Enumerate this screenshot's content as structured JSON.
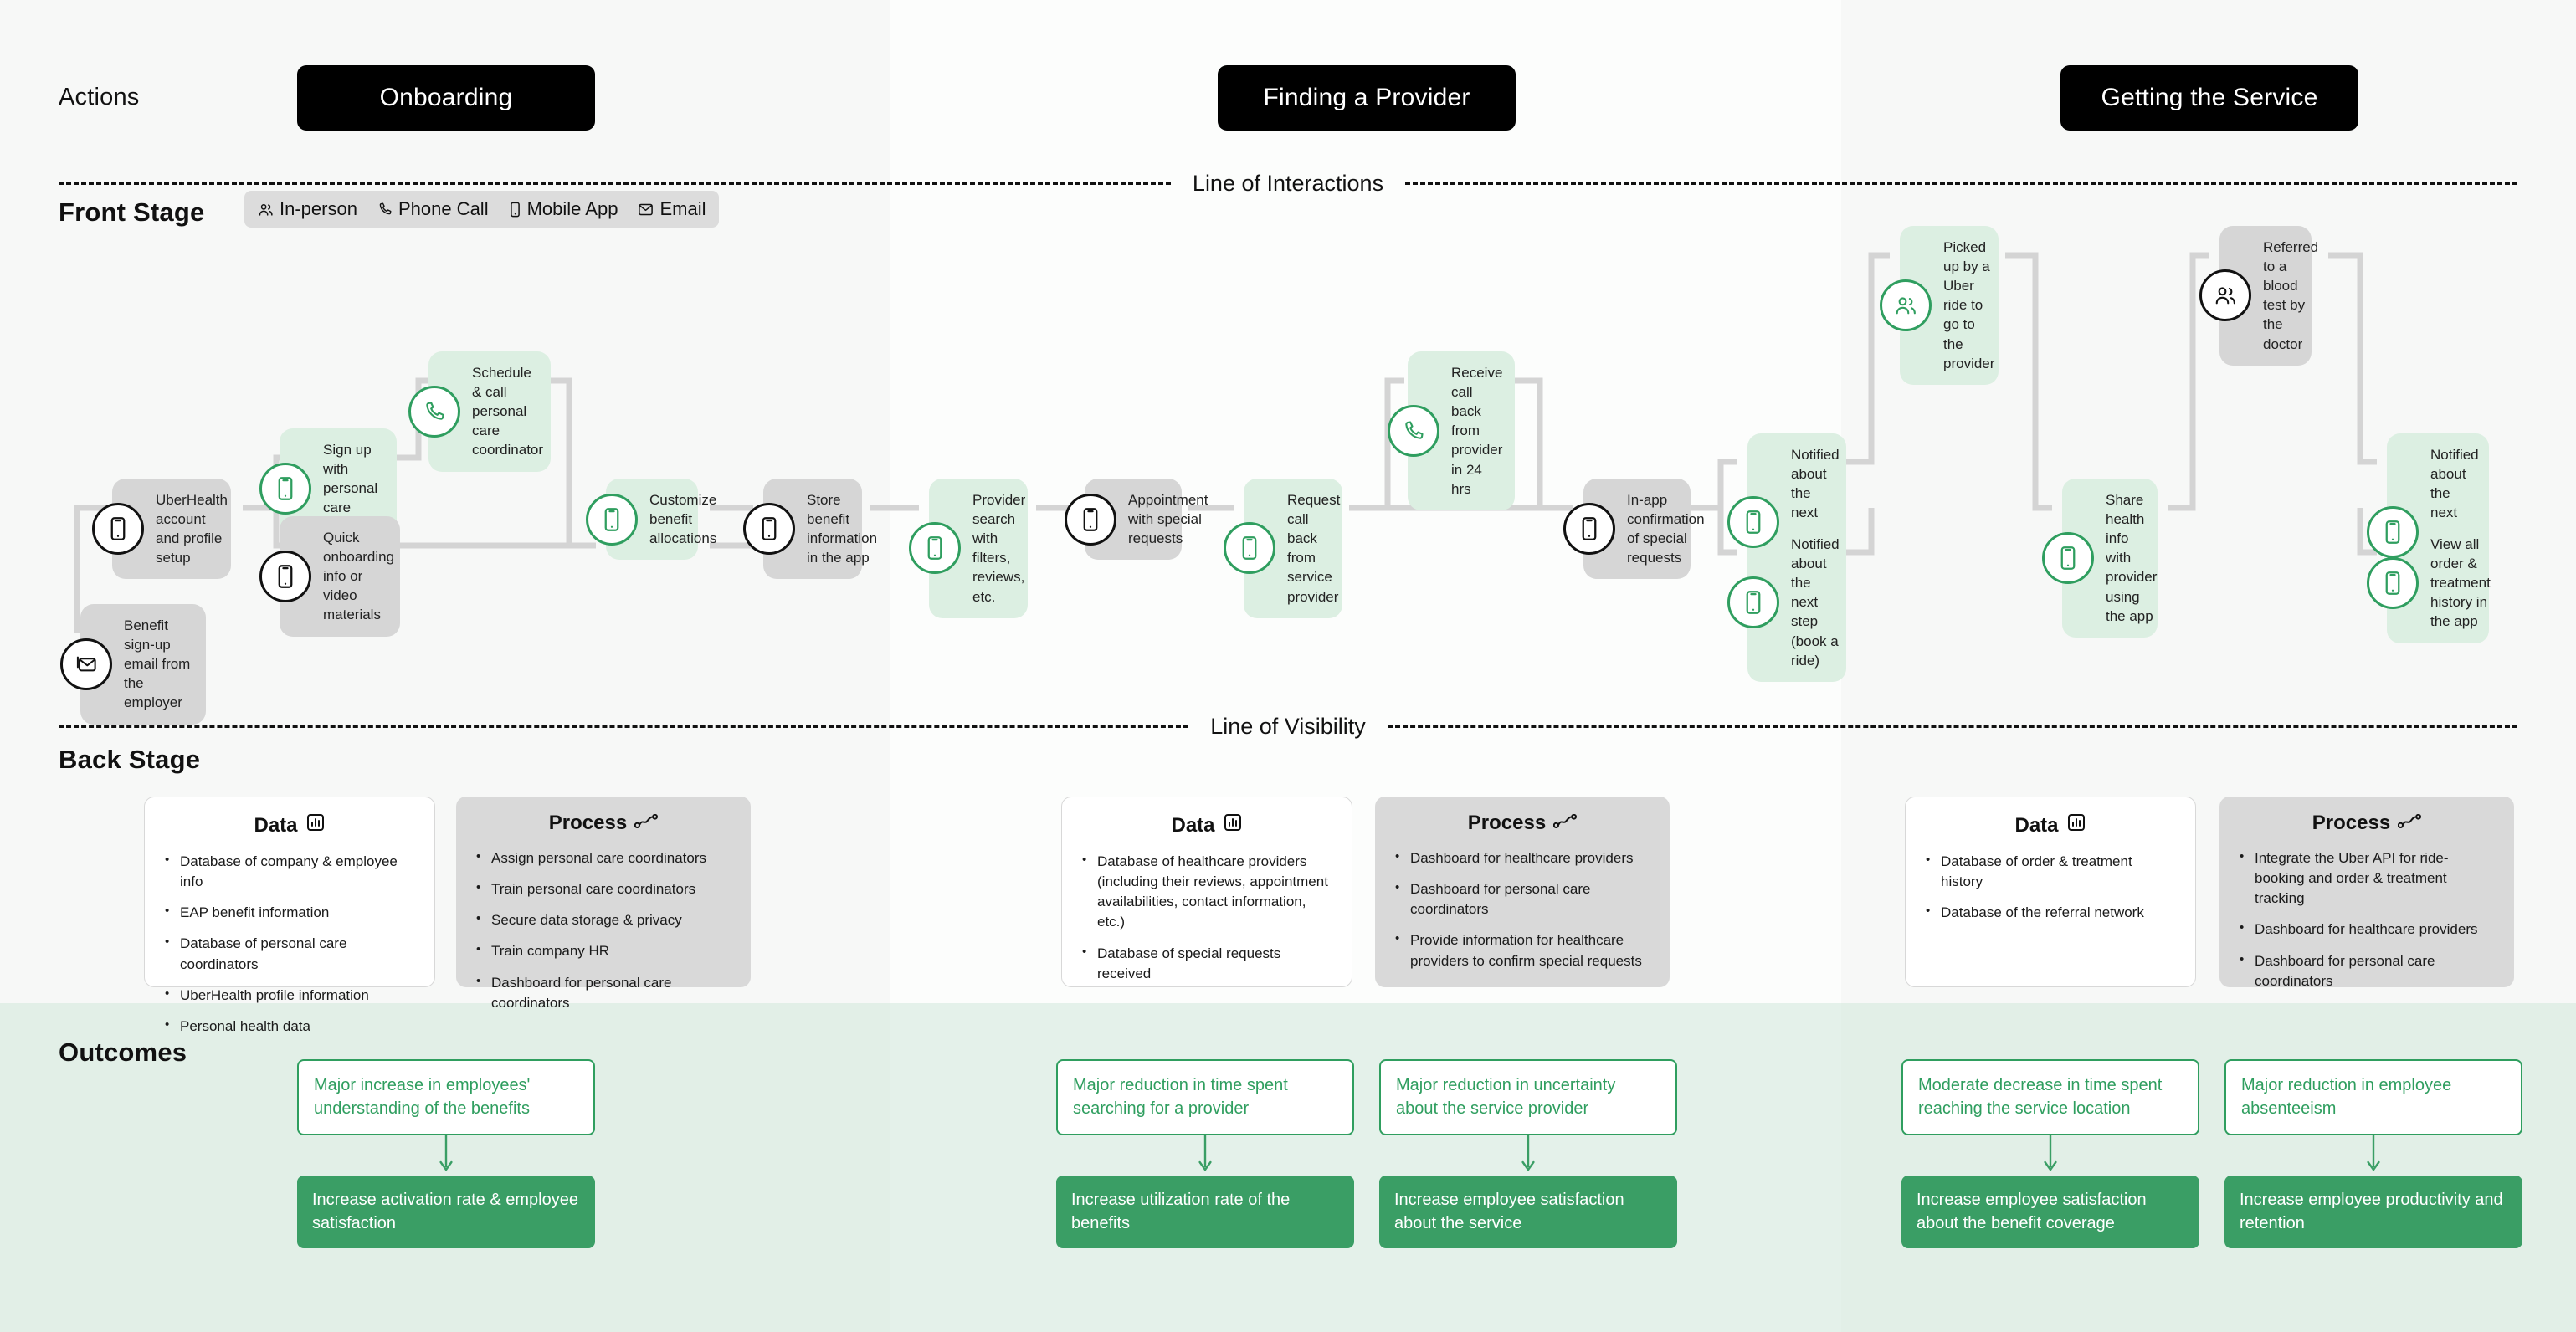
{
  "rows": {
    "actions": "Actions",
    "front_stage": "Front Stage",
    "back_stage": "Back Stage",
    "outcomes": "Outcomes"
  },
  "stages": [
    {
      "label": "Onboarding"
    },
    {
      "label": "Finding a Provider"
    },
    {
      "label": "Getting the Service"
    }
  ],
  "separators": {
    "interactions": "Line of Interactions",
    "visibility": "Line of Visibility"
  },
  "channels": [
    {
      "label": "In-person",
      "icon": "people-icon"
    },
    {
      "label": "Phone Call",
      "icon": "phone-icon"
    },
    {
      "label": "Mobile App",
      "icon": "mobile-icon"
    },
    {
      "label": "Email",
      "icon": "envelope-icon"
    }
  ],
  "front_stage_nodes": [
    {
      "id": "n1",
      "text": "Benefit sign-up email from the employer",
      "icon": "envelope-icon",
      "tone": "dark"
    },
    {
      "id": "n2",
      "text": "UberHealth account and profile setup",
      "icon": "mobile-icon",
      "tone": "dark"
    },
    {
      "id": "n3",
      "text": "Sign up with personal care coordinator",
      "icon": "mobile-icon",
      "tone": "green"
    },
    {
      "id": "n4",
      "text": "Quick onboarding info or video materials",
      "icon": "mobile-icon",
      "tone": "dark"
    },
    {
      "id": "n5",
      "text": "Schedule & call personal care coordinator",
      "icon": "phone-icon",
      "tone": "green"
    },
    {
      "id": "n6",
      "text": "Customize benefit allocations",
      "icon": "mobile-icon",
      "tone": "green"
    },
    {
      "id": "n7",
      "text": "Store benefit information in the app",
      "icon": "mobile-icon",
      "tone": "dark"
    },
    {
      "id": "n8",
      "text": "Provider search with filters, reviews, etc.",
      "icon": "mobile-icon",
      "tone": "green"
    },
    {
      "id": "n9",
      "text": "Appointment with special requests",
      "icon": "mobile-icon",
      "tone": "dark"
    },
    {
      "id": "n10",
      "text": "Request call back from service provider",
      "icon": "mobile-icon",
      "tone": "green"
    },
    {
      "id": "n11",
      "text": "Receive call back from provider in 24 hrs",
      "icon": "phone-icon",
      "tone": "green"
    },
    {
      "id": "n12",
      "text": "In-app confirmation  of special requests",
      "icon": "mobile-icon",
      "tone": "dark"
    },
    {
      "id": "n13",
      "text": "Notified about the next step (what to bring)",
      "icon": "mobile-icon",
      "tone": "green"
    },
    {
      "id": "n14",
      "text": "Notified about the next step (book a ride)",
      "icon": "mobile-icon",
      "tone": "green"
    },
    {
      "id": "n15",
      "text": "Picked up by a Uber ride to go to the provider",
      "icon": "people-icon",
      "tone": "green"
    },
    {
      "id": "n16",
      "text": "Share health info with provider using the app",
      "icon": "mobile-icon",
      "tone": "green"
    },
    {
      "id": "n17",
      "text": "Referred to a blood test by the doctor",
      "icon": "people-icon",
      "tone": "dark"
    },
    {
      "id": "n18",
      "text": "Notified about the next steps (claim & blood test)",
      "icon": "mobile-icon",
      "tone": "green"
    },
    {
      "id": "n19",
      "text": "View all order & treatment history in the app",
      "icon": "mobile-icon",
      "tone": "green"
    }
  ],
  "back_stage": [
    {
      "data": {
        "title": "Data",
        "icon": "bar-chart-icon",
        "items": [
          "Database of company & employee info",
          "EAP benefit information",
          "Database of personal care coordinators",
          "UberHealth profile information",
          "Personal health data"
        ]
      },
      "process": {
        "title": "Process",
        "icon": "flow-line-icon",
        "items": [
          "Assign personal care coordinators",
          "Train personal care coordinators",
          "Secure data storage & privacy",
          "Train company HR",
          "Dashboard for personal care coordinators"
        ]
      }
    },
    {
      "data": {
        "title": "Data",
        "icon": "bar-chart-icon",
        "items": [
          "Database of healthcare providers (including their reviews, appointment availabilities, contact information, etc.)",
          "Database of special requests received"
        ]
      },
      "process": {
        "title": "Process",
        "icon": "flow-line-icon",
        "items": [
          "Dashboard for healthcare providers",
          "Dashboard for personal care coordinators",
          "Provide information for healthcare providers to confirm special requests"
        ]
      }
    },
    {
      "data": {
        "title": "Data",
        "icon": "bar-chart-icon",
        "items": [
          "Database of order & treatment history",
          "Database of the referral network"
        ]
      },
      "process": {
        "title": "Process",
        "icon": "flow-line-icon",
        "items": [
          "Integrate the Uber API for ride-booking and order & treatment tracking",
          "Dashboard for healthcare providers",
          "Dashboard for personal care coordinators"
        ]
      }
    }
  ],
  "outcomes": [
    {
      "top": "Major increase in employees' understanding of  the benefits",
      "bottom": "Increase activation rate & employee satisfaction"
    },
    {
      "top": "Major reduction in time spent searching for a provider",
      "bottom": "Increase utilization rate of the benefits"
    },
    {
      "top": "Major reduction in uncertainty about the service provider",
      "bottom": "Increase employee satisfaction about the service"
    },
    {
      "top": "Moderate decrease in time spent reaching the service location",
      "bottom": "Increase employee satisfaction about the benefit coverage"
    },
    {
      "top": "Major reduction in employee absenteeism",
      "bottom": "Increase employee productivity and retention"
    }
  ],
  "colors": {
    "green": "#2f9e5f",
    "green_fill": "#3a9e65",
    "green_tint": "#dcefe2",
    "grey_tint": "#d6d6d6",
    "outcome_band": "#e2efe7",
    "black": "#000000"
  }
}
